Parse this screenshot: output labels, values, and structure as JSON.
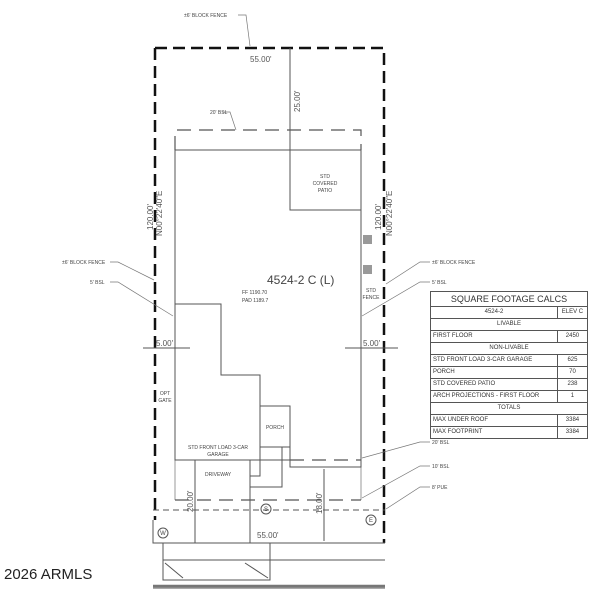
{
  "drawing": {
    "plan_name": "4524-2 C (L)",
    "ff": "FF 1190.70",
    "pad": "PAD 1189.7",
    "labels": {
      "top_fence": "±6' BLOCK FENCE",
      "top_bsl": "20' BSL",
      "patio": [
        "STD",
        "COVERED",
        "PATIO"
      ],
      "left_fence": "±6' BLOCK FENCE",
      "left_bsl": "5' BSL",
      "right_fence": "±6' BLOCK FENCE",
      "right_bsl": "5' BSL",
      "std_fence": [
        "STD",
        "FENCE"
      ],
      "gate": [
        "OPT",
        "GATE"
      ],
      "porch": "PORCH",
      "garage": [
        "STD FRONT LOAD 3-CAR",
        "GARAGE"
      ],
      "driveway": "DRIVEWAY",
      "front_bsl": "20' BSL",
      "front_bsl10": "10' BSL",
      "pue": "8' PUE",
      "water": "W",
      "sewer": "S",
      "electric": "E"
    },
    "dimensions": {
      "top_width": "55.00'",
      "bottom_width": "55.00'",
      "rear_setback": "25.00'",
      "left_depth": "120.00'",
      "left_bearing": "N00°22'40\"E",
      "right_depth": "120.00'",
      "right_bearing": "N00°22'40\"E",
      "left_side": "5.00'",
      "right_side": "5.00'",
      "driveway_depth": "20.00'",
      "front_setback": "18.00'"
    }
  },
  "table": {
    "title": "SQUARE FOOTAGE CALCS",
    "plan": "4524-2",
    "elev": "ELEV C",
    "livable_header": "LIVABLE",
    "first_floor": {
      "label": "FIRST FLOOR",
      "value": "2450"
    },
    "nonlivable_header": "NON-LIVABLE",
    "garage": {
      "label": "STD FRONT LOAD 3-CAR GARAGE",
      "value": "625"
    },
    "porch": {
      "label": "PORCH",
      "value": "70"
    },
    "patio": {
      "label": "STD COVERED PATIO",
      "value": "238"
    },
    "arch": {
      "label": "ARCH PROJECTIONS - FIRST FLOOR",
      "value": "1"
    },
    "totals_header": "TOTALS",
    "under_roof": {
      "label": "MAX UNDER ROOF",
      "value": "3384"
    },
    "footprint": {
      "label": "MAX FOOTPRINT",
      "value": "3384"
    }
  },
  "watermark": "2026 ARMLS"
}
